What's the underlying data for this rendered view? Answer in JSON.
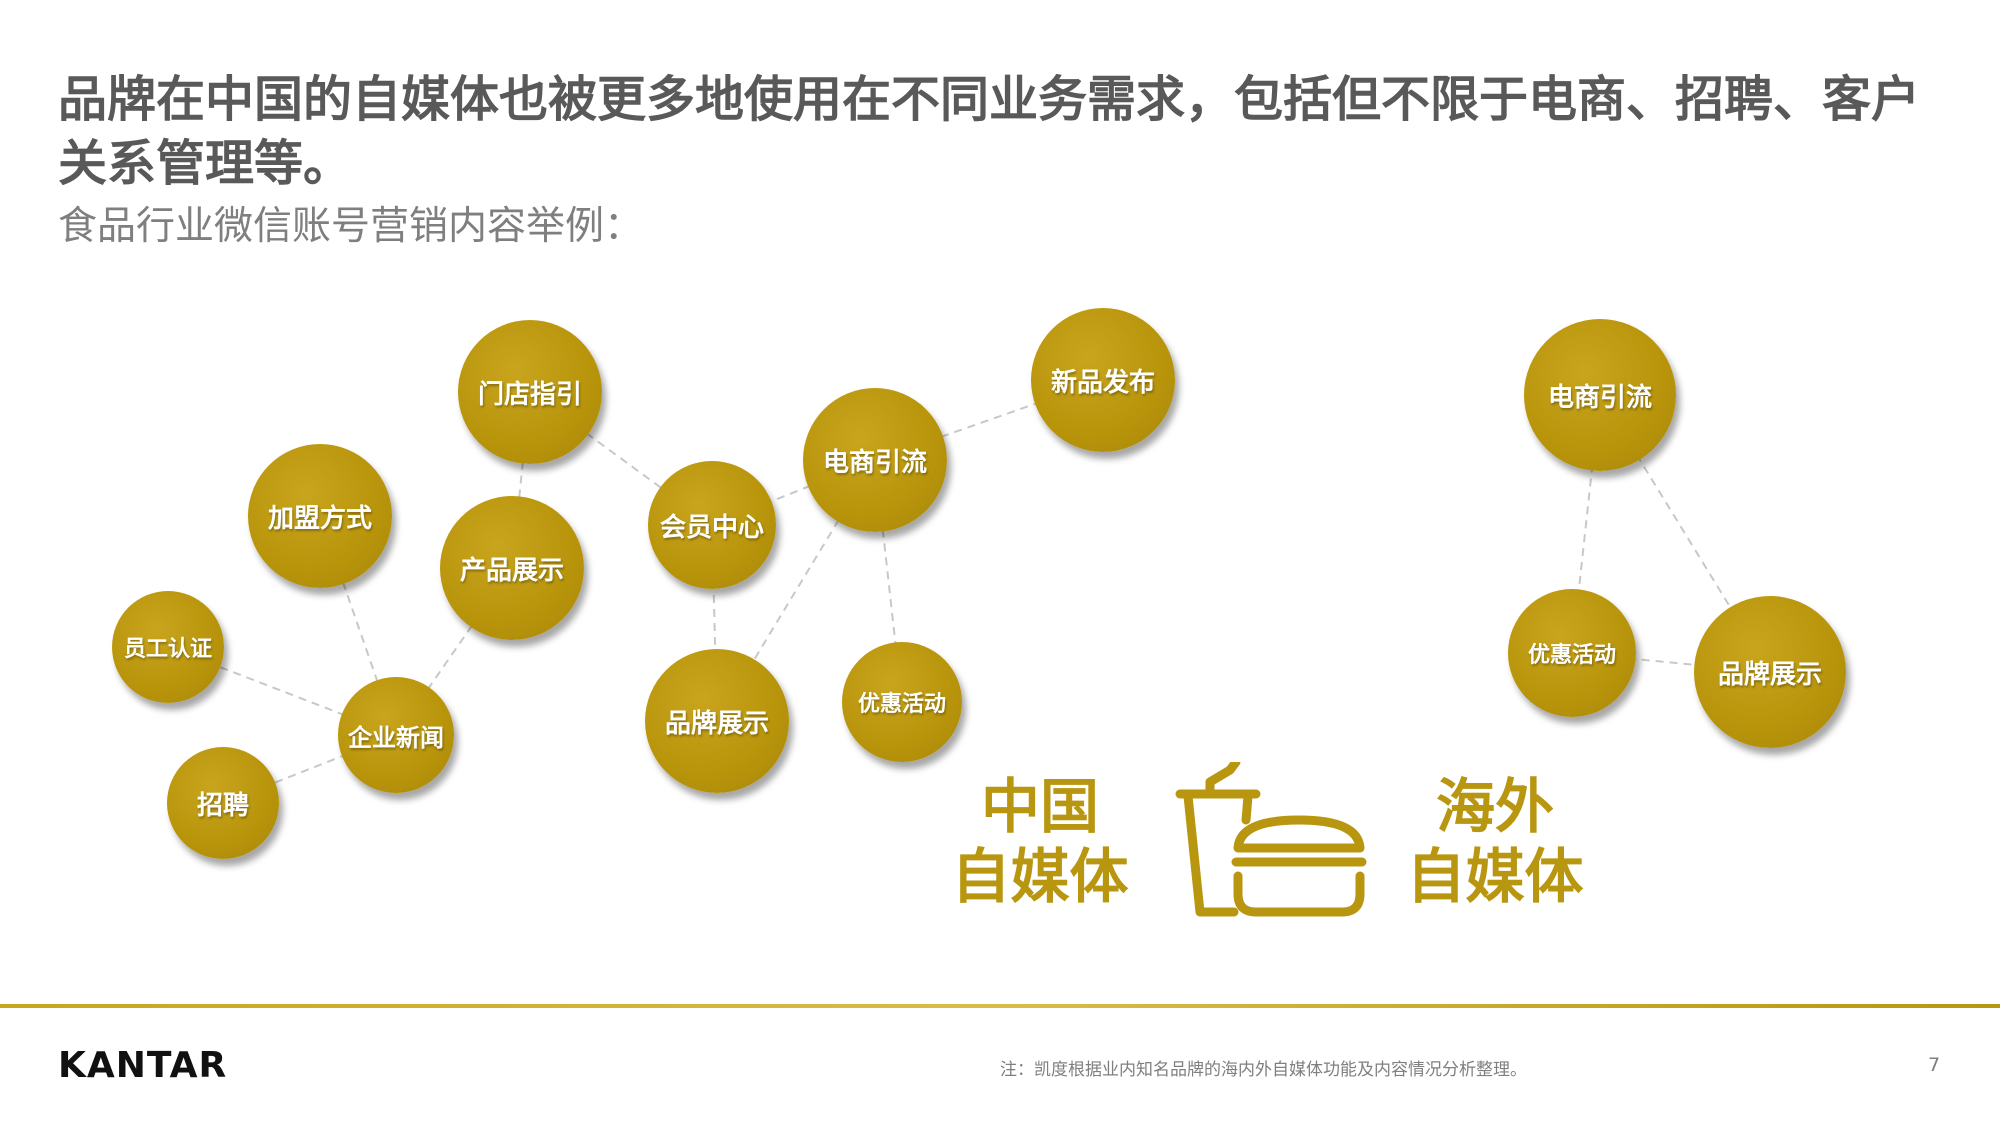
{
  "title": "品牌在中国的自媒体也被更多地使用在不同业务需求，包括但不限于电商、招聘、客户关系管理等。",
  "subtitle": "食品行业微信账号营销内容举例：",
  "colors": {
    "accent": "#b8960f",
    "bubble": "#b8940b",
    "connector": "#c8c8c8",
    "title_text": "#595959",
    "subtitle_text": "#7f7f7f"
  },
  "china_label": "中国\n自媒体",
  "overseas_label": "海外\n自媒体",
  "center_icon": "fast-food-icon",
  "china_network": {
    "nodes": [
      {
        "id": "mendian",
        "label": "门店指引"
      },
      {
        "id": "xinpin",
        "label": "新品发布"
      },
      {
        "id": "jiameng",
        "label": "加盟方式"
      },
      {
        "id": "dianshang",
        "label": "电商引流"
      },
      {
        "id": "huiyuan",
        "label": "会员中心"
      },
      {
        "id": "chanpin",
        "label": "产品展示"
      },
      {
        "id": "yuangong",
        "label": "员工认证"
      },
      {
        "id": "qiye",
        "label": "企业新闻"
      },
      {
        "id": "pinpai",
        "label": "品牌展示"
      },
      {
        "id": "youhui",
        "label": "优惠活动"
      },
      {
        "id": "zhaopin",
        "label": "招聘"
      }
    ],
    "edges": [
      [
        "mendian",
        "huiyuan"
      ],
      [
        "mendian",
        "chanpin"
      ],
      [
        "huiyuan",
        "dianshang"
      ],
      [
        "dianshang",
        "xinpin"
      ],
      [
        "huiyuan",
        "pinpai"
      ],
      [
        "dianshang",
        "pinpai"
      ],
      [
        "dianshang",
        "youhui"
      ],
      [
        "jiameng",
        "qiye"
      ],
      [
        "chanpin",
        "qiye"
      ],
      [
        "yuangong",
        "qiye"
      ],
      [
        "zhaopin",
        "qiye"
      ]
    ]
  },
  "overseas_network": {
    "nodes": [
      {
        "id": "o_dianshang",
        "label": "电商引流"
      },
      {
        "id": "o_youhui",
        "label": "优惠活动"
      },
      {
        "id": "o_pinpai",
        "label": "品牌展示"
      }
    ],
    "edges": [
      [
        "o_dianshang",
        "o_youhui"
      ],
      [
        "o_dianshang",
        "o_pinpai"
      ],
      [
        "o_youhui",
        "o_pinpai"
      ]
    ]
  },
  "footer": {
    "logo": "KANTAR",
    "note": "注：凯度根据业内知名品牌的海内外自媒体功能及内容情况分析整理。",
    "page_number": "7"
  }
}
